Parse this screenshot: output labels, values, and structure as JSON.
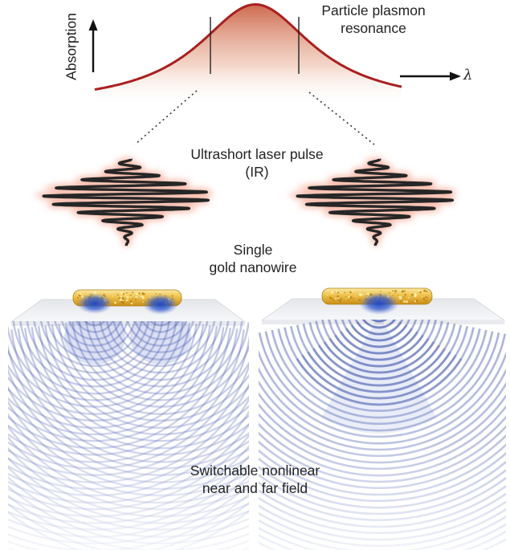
{
  "labels": {
    "absorption": "Absorption",
    "lambda": "λ",
    "resonance": [
      "Particle plasmon",
      "resonance"
    ],
    "pulse": [
      "Ultrashort laser pulse",
      "(IR)"
    ],
    "nanowire": [
      "Single",
      "gold nanowire"
    ],
    "field": [
      "Switchable nonlinear",
      "near and far field"
    ]
  },
  "colors": {
    "curve": "#a8201f",
    "curve_fill": "#e8a88a",
    "pulse": "#262626",
    "pulse_glow": "#f4876a",
    "gold": "#e8b52a",
    "wave": "#3a4fa8",
    "hotspot": "#1f49c8"
  }
}
